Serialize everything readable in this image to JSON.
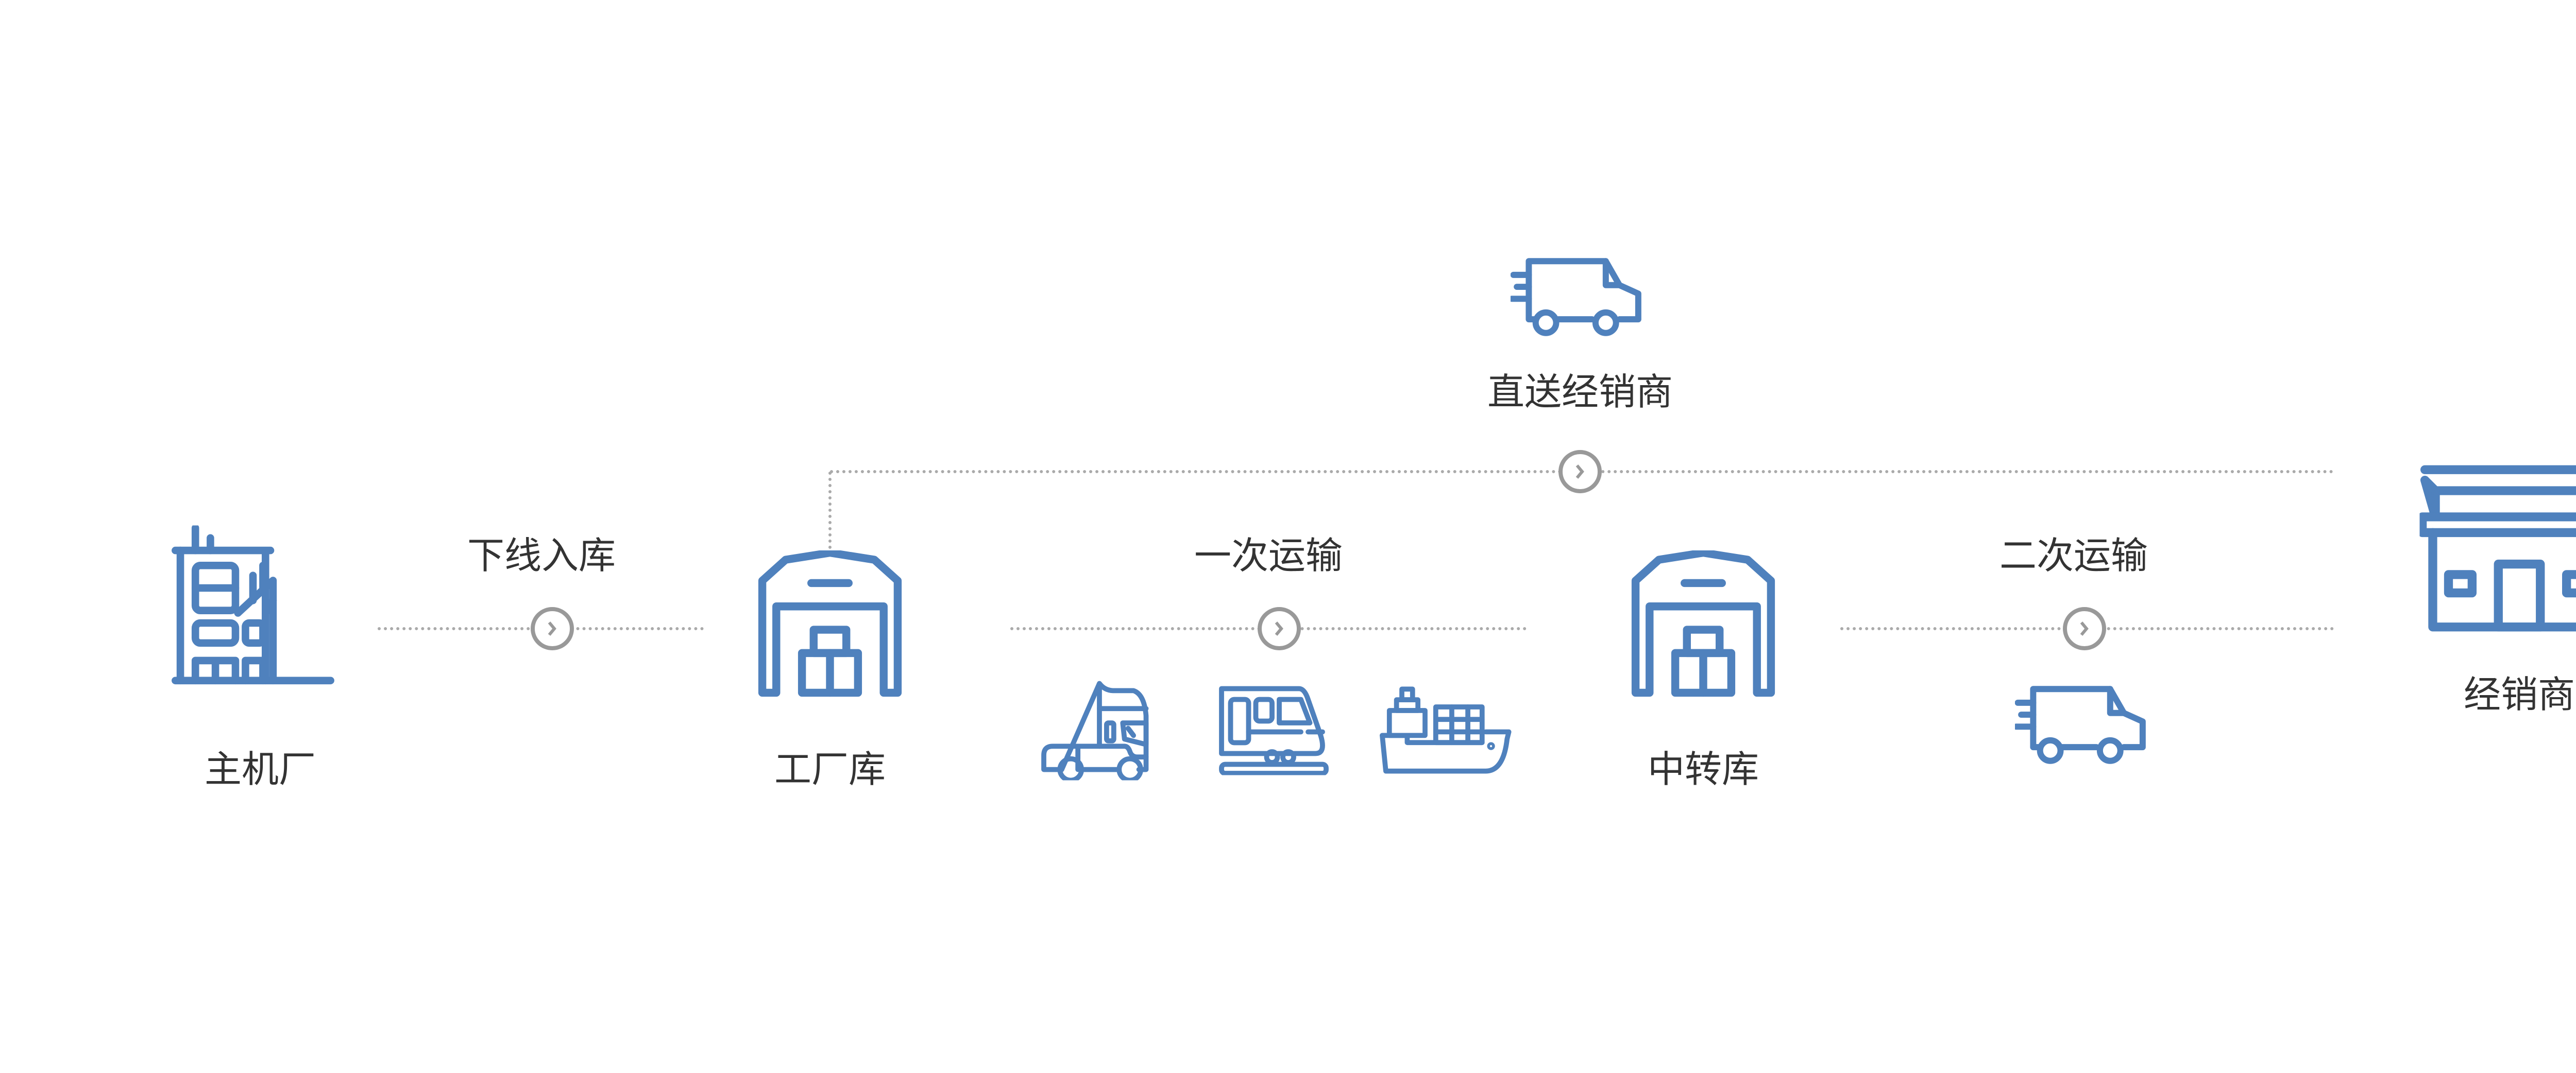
{
  "colors": {
    "icon": "#4f81bd",
    "text": "#333333",
    "connector": "#999999"
  },
  "nodes": {
    "oem": {
      "label": "主机厂",
      "icon": "factory-icon"
    },
    "factory_warehouse": {
      "label": "工厂库",
      "icon": "warehouse-icon"
    },
    "transit_warehouse": {
      "label": "中转库",
      "icon": "warehouse-icon"
    },
    "dealer": {
      "label": "经销商",
      "icon": "store-icon"
    }
  },
  "edges": {
    "offline": {
      "label": "下线入库"
    },
    "primary": {
      "label": "一次运输",
      "icons": [
        "truck-icon",
        "train-icon",
        "ship-icon"
      ]
    },
    "secondary": {
      "label": "二次运输",
      "icon": "delivery-van-icon"
    },
    "direct": {
      "label": "直送经销商",
      "icon": "delivery-van-icon"
    }
  }
}
